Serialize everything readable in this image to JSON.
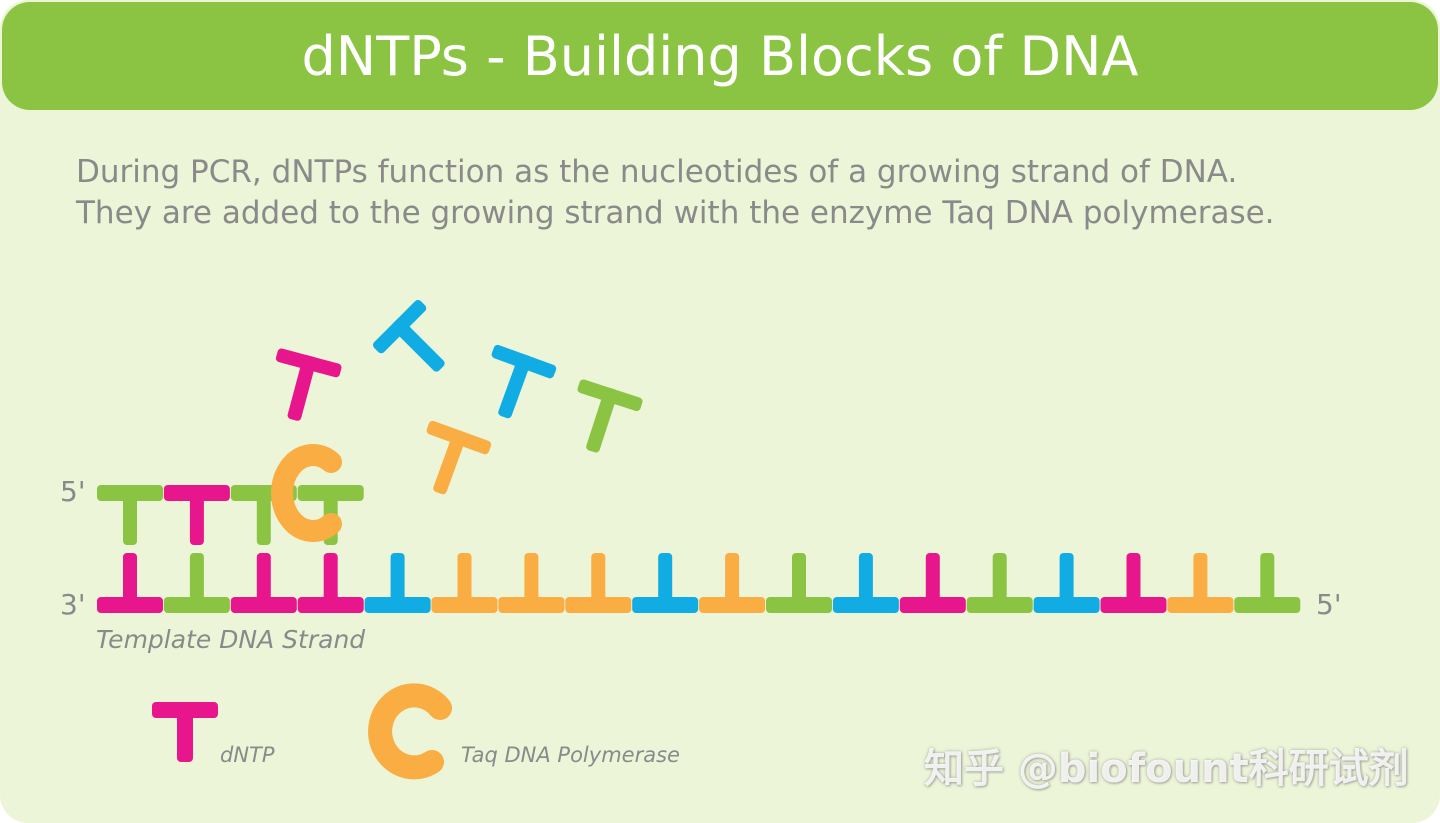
{
  "title": "dNTPs - Building Blocks of DNA",
  "intro": {
    "line1": "During PCR, dNTPs function as the nucleotides of a growing strand of DNA.",
    "line2": "They are added to the growing strand with the enzyme Taq DNA polymerase."
  },
  "labels": {
    "new_strand_end": "5'",
    "template_start": "3'",
    "template_end": "5'",
    "template_caption": "Template DNA Strand"
  },
  "legend": {
    "dntp_label": "dNTP",
    "polymerase_label": "Taq DNA Polymerase"
  },
  "watermark": "知乎 @biofount科研试剂",
  "colors": {
    "header": "#8bc443",
    "background": "#ecf5d8",
    "text": "#8a8a8a",
    "magenta": "#e8168c",
    "green": "#8bc443",
    "blue": "#12ace5",
    "orange": "#f9ad42"
  },
  "template_strand": [
    "magenta",
    "green",
    "magenta",
    "magenta",
    "blue",
    "orange",
    "orange",
    "orange",
    "blue",
    "orange",
    "green",
    "blue",
    "magenta",
    "green",
    "blue",
    "magenta",
    "orange",
    "green"
  ],
  "growing_strand": [
    "green",
    "magenta",
    "green",
    "green"
  ],
  "free_dntps": [
    "magenta",
    "blue",
    "blue",
    "green",
    "orange"
  ]
}
